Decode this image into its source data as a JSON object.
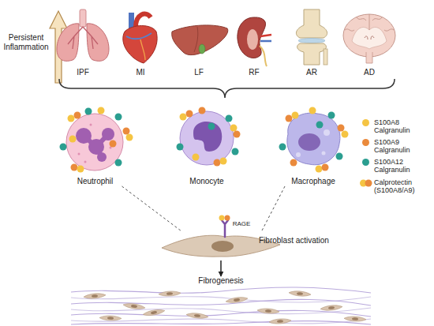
{
  "diagram": {
    "nodes": [
      {
        "text": [
          "IPF"
        ]
      },
      {
        "text": [
          "MI"
        ]
      },
      {
        "text": [
          "LF"
        ]
      },
      {
        "text": [
          "RF"
        ]
      },
      {
        "text": [
          "AR"
        ]
      },
      {
        "text": [
          "AD"
        ]
      },
      {
        "text": [
          "Neutrophil"
        ]
      },
      {
        "text": [
          "Monocyte"
        ]
      },
      {
        "text": [
          "Macrophage"
        ]
      },
      {
        "text": [
          "Fibroblast activation"
        ]
      },
      {
        "text": [
          "Fibrogenesis"
        ]
      }
    ],
    "edges": [
      {
        "from": 6,
        "to": 9,
        "arrow": "none"
      },
      {
        "from": 8,
        "to": 9,
        "arrow": "none"
      },
      {
        "from": 9,
        "to": 10,
        "arrow": "to"
      }
    ],
    "labels": [
      "Persistent Inflammation",
      "RAGE"
    ],
    "legend": [
      {
        "text": "S100A8 Calgranulin",
        "color": "#f5c443"
      },
      {
        "text": "S100A9 Calgranulin",
        "color": "#ea8a3c"
      },
      {
        "text": "S100A12 Calgranulin",
        "color": "#2b9e90"
      },
      {
        "text": "Calprotectin (S100A8/A9)"
      }
    ]
  }
}
